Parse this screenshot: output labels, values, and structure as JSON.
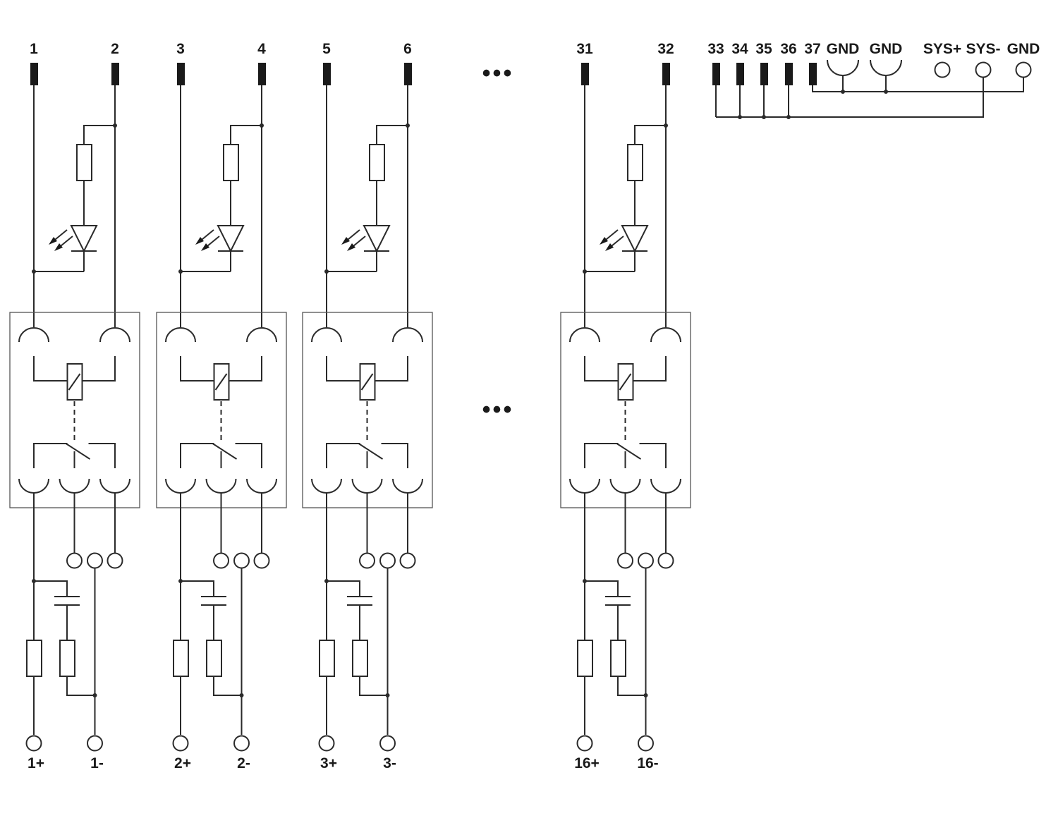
{
  "diagram": {
    "channels": [
      {
        "pin_in": "1",
        "pin_out": "2",
        "out_plus": "1+",
        "out_minus": "1-"
      },
      {
        "pin_in": "3",
        "pin_out": "4",
        "out_plus": "2+",
        "out_minus": "2-"
      },
      {
        "pin_in": "5",
        "pin_out": "6",
        "out_plus": "3+",
        "out_minus": "3-"
      },
      {
        "pin_in": "31",
        "pin_out": "32",
        "out_plus": "16+",
        "out_minus": "16-"
      }
    ],
    "connector": {
      "pins": [
        "33",
        "34",
        "35",
        "36",
        "37"
      ],
      "gnd_labels": [
        "GND",
        "GND"
      ],
      "terminals": [
        "SYS+",
        "SYS-",
        "GND"
      ]
    },
    "ellipsis": "•••"
  }
}
